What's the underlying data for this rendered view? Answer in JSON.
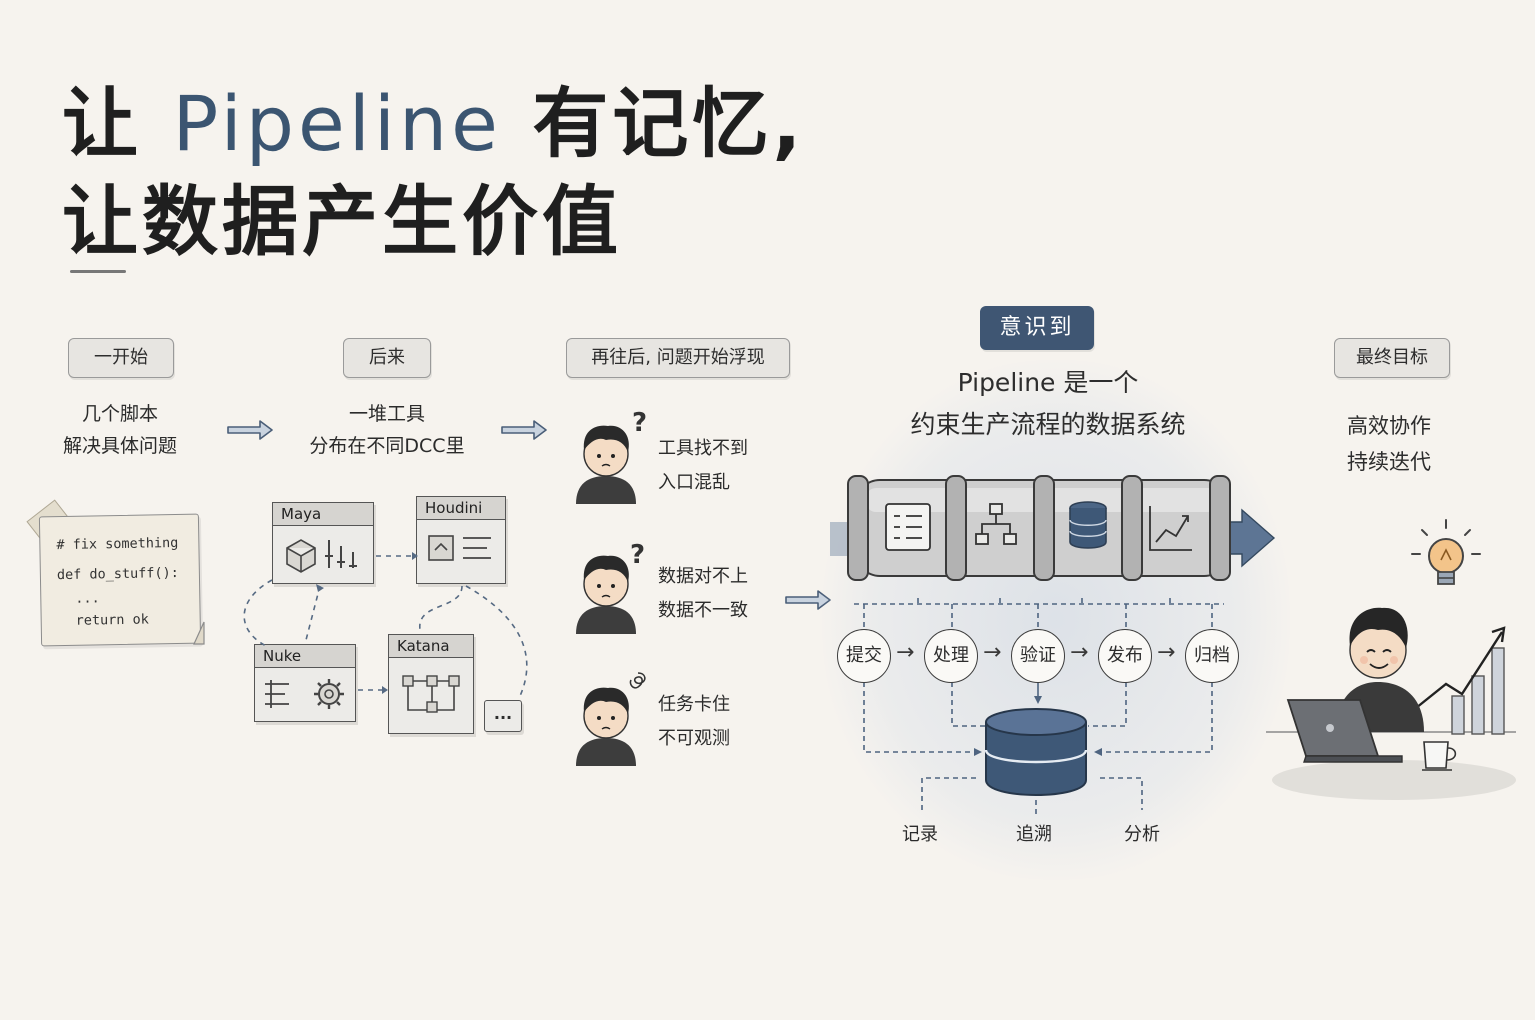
{
  "title": {
    "line1_prefix": "让 ",
    "line1_accent": "Pipeline",
    "line1_suffix": " 有记忆,",
    "line2": "让数据产生价值"
  },
  "stages": {
    "start": {
      "tag": "一开始",
      "line1": "几个脚本",
      "line2": "解决具体问题",
      "code": [
        "# fix something",
        "def do_stuff():",
        "...",
        "return ok"
      ]
    },
    "later": {
      "tag": "后来",
      "line1": "一堆工具",
      "line2": "分布在不同DCC里",
      "windows": [
        "Maya",
        "Houdini",
        "Nuke",
        "Katana"
      ],
      "more": "..."
    },
    "problems": {
      "tag": "再往后, 问题开始浮现",
      "items": [
        {
          "line1": "工具找不到",
          "line2": "入口混乱",
          "mark": "?"
        },
        {
          "line1": "数据对不上",
          "line2": "数据不一致",
          "mark": "?"
        },
        {
          "line1": "任务卡住",
          "line2": "不可观测",
          "mark": "@"
        }
      ]
    },
    "realize": {
      "tag": "意识到",
      "line1": "Pipeline 是一个",
      "line2": "约束生产流程的数据系统",
      "steps": [
        "提交",
        "处理",
        "验证",
        "发布",
        "归档"
      ],
      "outputs": [
        "记录",
        "追溯",
        "分析"
      ]
    },
    "goal": {
      "tag": "最终目标",
      "line1": "高效协作",
      "line2": "持续迭代"
    }
  },
  "colors": {
    "background": "#f6f3ee",
    "accent": "#3b5571",
    "tag_dark": "#3f5673",
    "database": "#3e5877",
    "pipe": "#c9c9c9"
  }
}
